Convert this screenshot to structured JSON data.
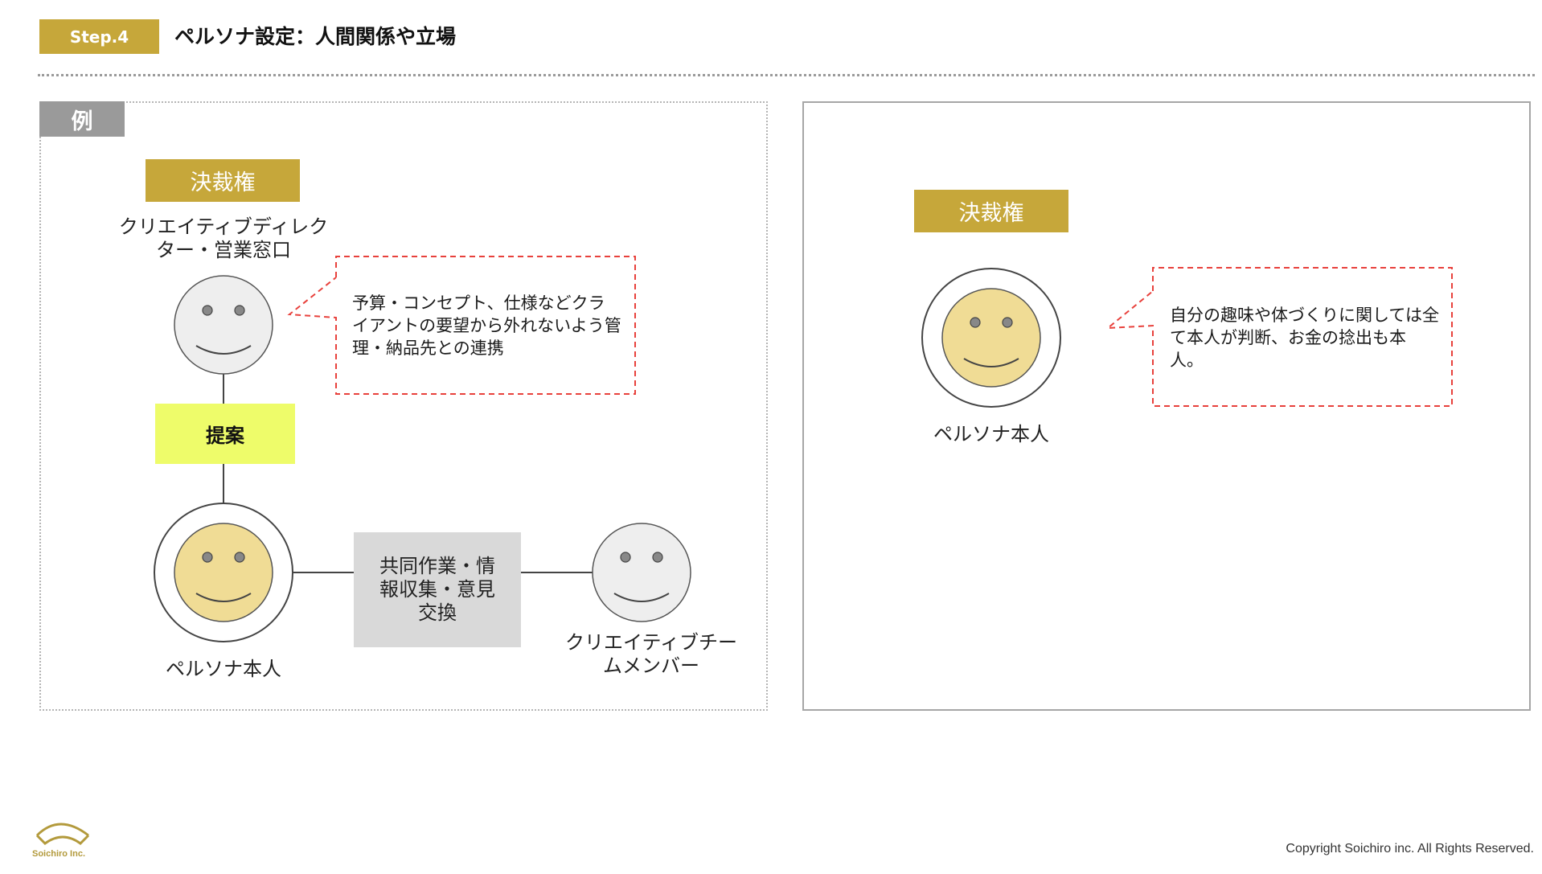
{
  "header": {
    "step_label": "Step.4",
    "title": "ペルソナ設定：人間関係や立場"
  },
  "example_panel": {
    "tag": "例",
    "authority_tag": "決裁権",
    "director_label": "クリエイティブディレクター・営業窓口",
    "director_note": "予算・コンセプト、仕様などクライアントの要望から外れないよう管理・納品先との連携",
    "proposal_label": "提案",
    "persona_label": "ペルソナ本人",
    "collab_label": "共同作業・情報収集・意見交換",
    "team_label": "クリエイティブチームメンバー"
  },
  "self_panel": {
    "authority_tag": "決裁権",
    "persona_label": "ペルソナ本人",
    "note": "自分の趣味や体づくりに関しては全て本人が判断、お金の捻出も本人。"
  },
  "footer": {
    "logo_text": "Soichiro Inc.",
    "copyright": "Copyright Soichiro inc. All Rights Reserved."
  },
  "colors": {
    "gold": "#c6a73a",
    "face_gray": "#eeeeee",
    "face_yellow": "#f0dc95",
    "highlight_yellow": "#eefc6a",
    "note_border_red": "#e8413c"
  }
}
